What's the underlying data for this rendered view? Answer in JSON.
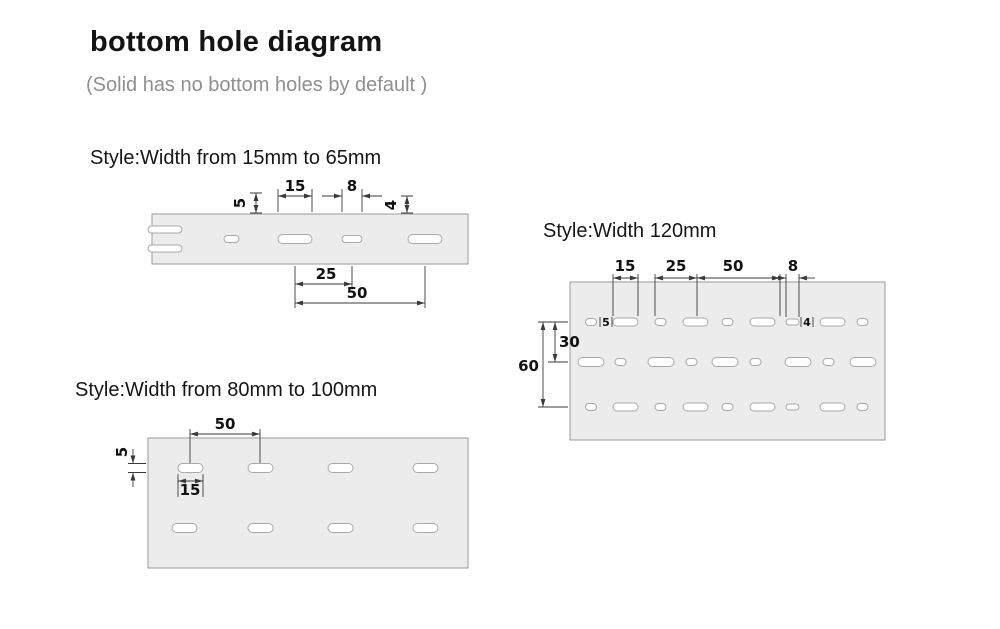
{
  "page": {
    "title": "bottom hole diagram",
    "subtitle": "(Solid has no bottom holes by default )"
  },
  "sections": {
    "s1": {
      "label": "Style:Width from 15mm to 65mm",
      "dims": {
        "len15": "15",
        "len8": "8",
        "h5": "5",
        "h4": "4",
        "pitch25": "25",
        "pitch50": "50"
      }
    },
    "s2": {
      "label": "Style:Width 120mm",
      "dims": {
        "len15": "15",
        "gap25": "25",
        "pitch50": "50",
        "len8": "8",
        "h5": "5",
        "h4": "4",
        "row30": "30",
        "row60": "60"
      }
    },
    "s3": {
      "label": "Style:Width from 80mm to 100mm",
      "dims": {
        "pitch50": "50",
        "h5": "5",
        "len15": "15"
      }
    }
  },
  "colors": {
    "plate_fill": "#ececec",
    "plate_stroke": "#9a9a9a",
    "dim_line": "#3a3a3a",
    "subtitle_gray": "#8f8f8f"
  }
}
